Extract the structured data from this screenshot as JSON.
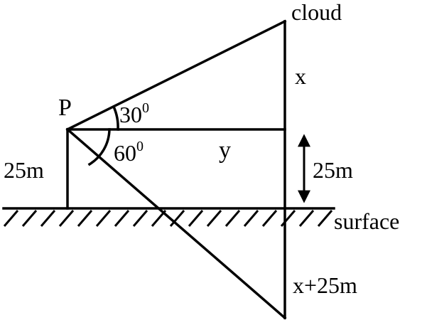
{
  "labels": {
    "cloud": "cloud",
    "x": "x",
    "point": "P",
    "angle_up": "30",
    "angle_down": "60",
    "degree_sup": "0",
    "y": "y",
    "height_left": "25m",
    "height_right": "25m",
    "surface": "surface",
    "reflection": "x+25m"
  },
  "colors": {
    "ink": "#000000",
    "background": "#ffffff"
  }
}
